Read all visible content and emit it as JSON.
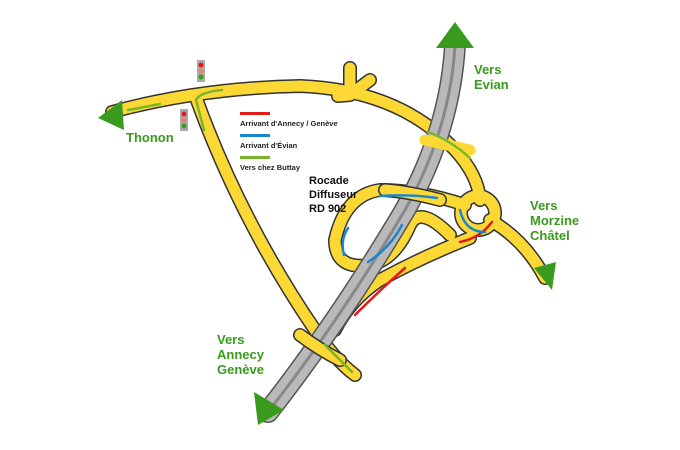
{
  "title": "Rocade Diffuseur RD 902",
  "center_label": [
    "Rocade",
    "Diffuseur",
    "RD 902"
  ],
  "destinations": {
    "evian": [
      "Vers",
      "Evian"
    ],
    "thonon": "Thonon",
    "morzine": [
      "Vers",
      "Morzine",
      "Châtel"
    ],
    "annecy": [
      "Vers",
      "Annecy",
      "Genève"
    ]
  },
  "legend": [
    {
      "label": "Arrivant d'Annecy / Genève",
      "color": "#e31b1b"
    },
    {
      "label": "Arrivant d'Évian",
      "color": "#1a86d0"
    },
    {
      "label": "Vers chez Buttay",
      "color": "#78b62a"
    }
  ],
  "colors": {
    "road": "#fcd835",
    "highway": "#b9b9b9",
    "arrow": "#3a9a1e"
  }
}
